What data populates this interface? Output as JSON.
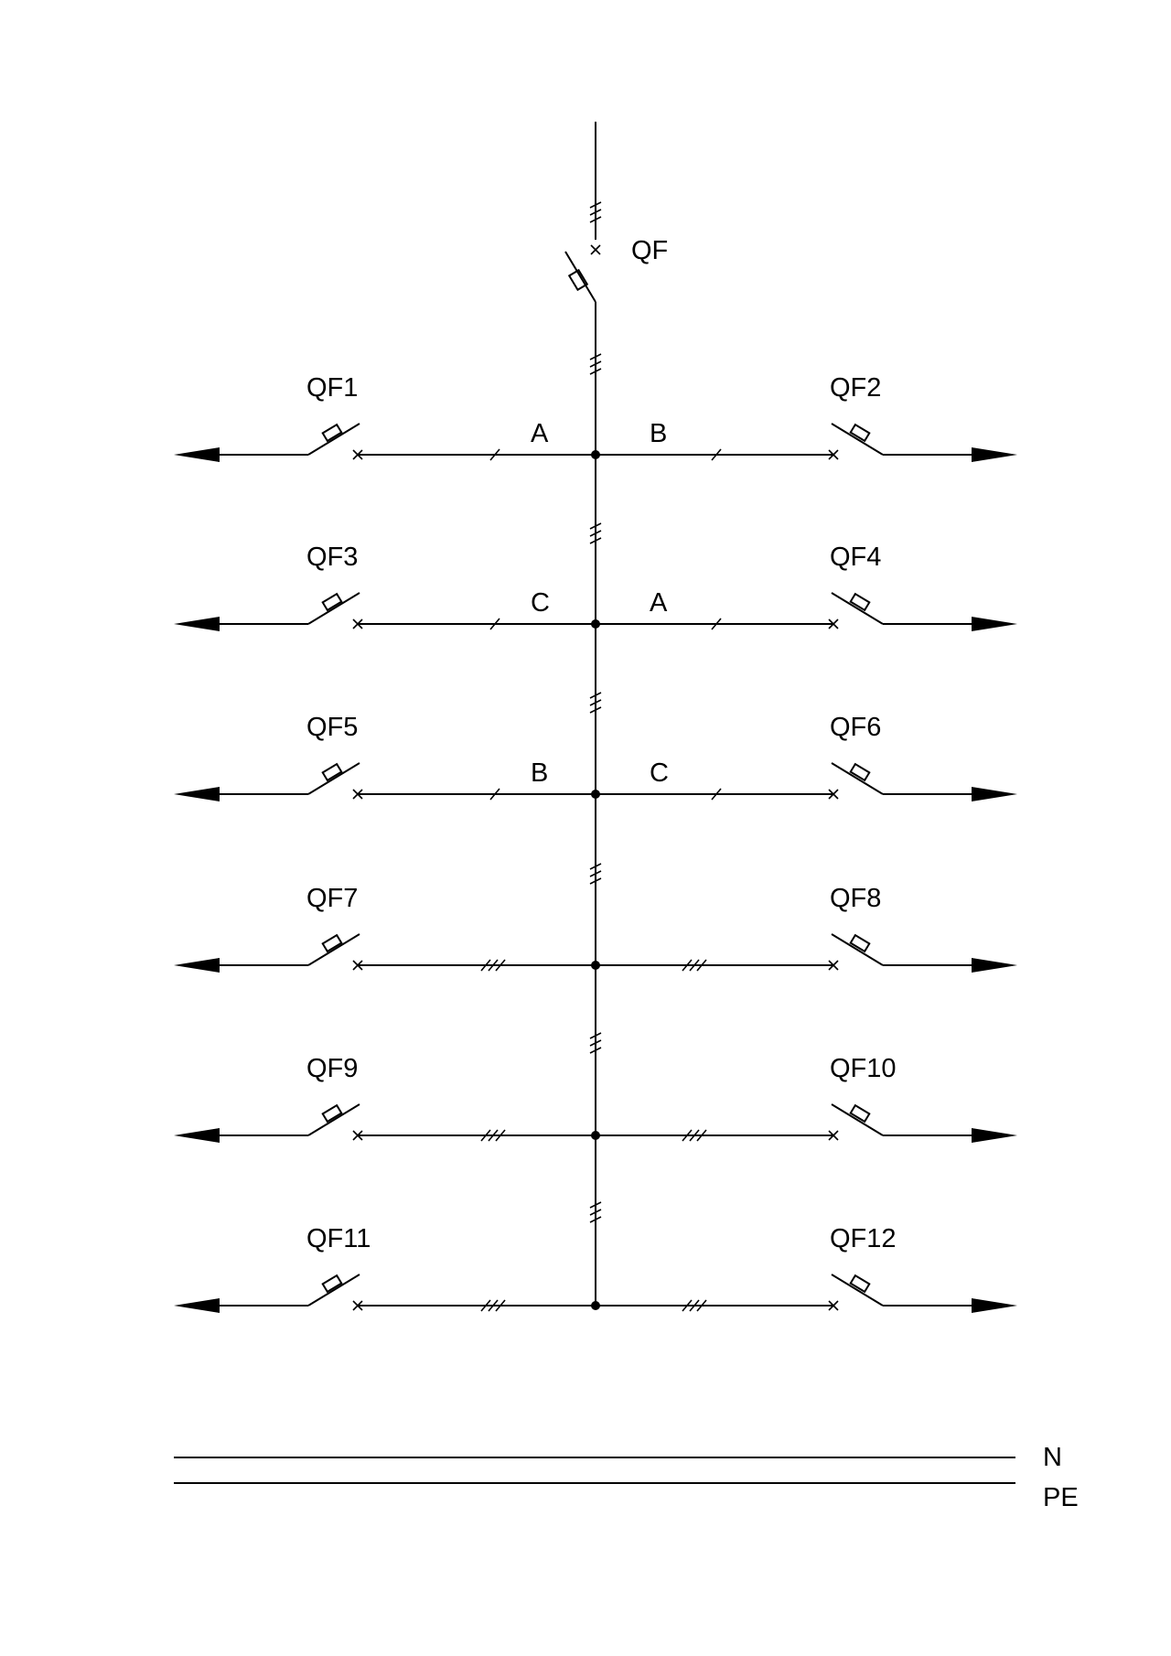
{
  "main_breaker": {
    "label": "QF"
  },
  "branches": [
    {
      "left": {
        "label": "QF1",
        "phase": "A"
      },
      "right": {
        "label": "QF2",
        "phase": "B"
      },
      "ticks": 1
    },
    {
      "left": {
        "label": "QF3",
        "phase": "C"
      },
      "right": {
        "label": "QF4",
        "phase": "A"
      },
      "ticks": 1
    },
    {
      "left": {
        "label": "QF5",
        "phase": "B"
      },
      "right": {
        "label": "QF6",
        "phase": "C"
      },
      "ticks": 1
    },
    {
      "left": {
        "label": "QF7",
        "phase": ""
      },
      "right": {
        "label": "QF8",
        "phase": ""
      },
      "ticks": 3
    },
    {
      "left": {
        "label": "QF9",
        "phase": ""
      },
      "right": {
        "label": "QF10",
        "phase": ""
      },
      "ticks": 3
    },
    {
      "left": {
        "label": "QF11",
        "phase": ""
      },
      "right": {
        "label": "QF12",
        "phase": ""
      },
      "ticks": 3
    }
  ],
  "conductors": [
    {
      "label": "N"
    },
    {
      "label": "PE"
    }
  ]
}
